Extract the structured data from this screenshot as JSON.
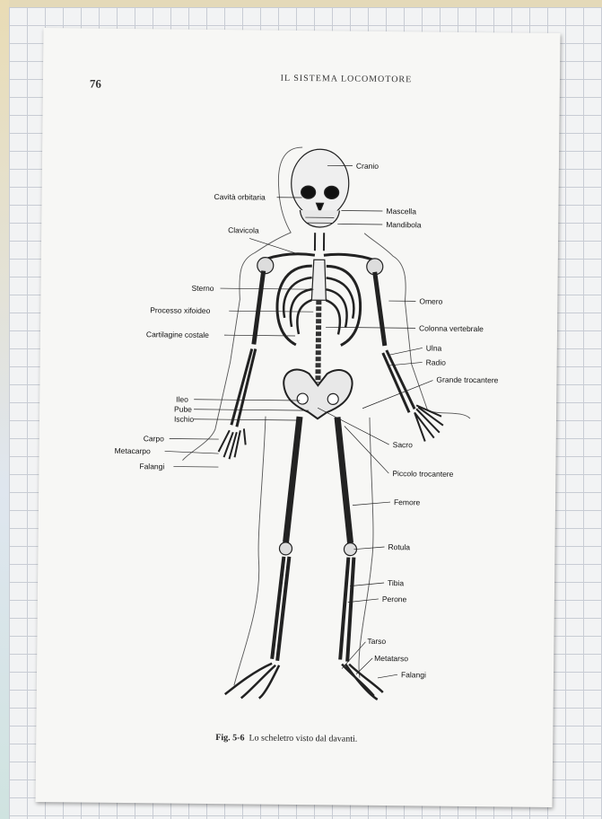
{
  "page": {
    "number": "76",
    "header": "IL SISTEMA LOCOMOTORE",
    "caption_fig": "Fig. 5-6",
    "caption_text": "Lo scheletro visto dal davanti."
  },
  "labels_left": {
    "cavita_orbitaria": "Cavità orbitaria",
    "clavicola": "Clavicola",
    "sterno": "Sterno",
    "processo_xifoideo": "Processo xifoideo",
    "cartilagine_costale": "Cartilagine costale",
    "ileo": "Ileo",
    "pube": "Pube",
    "ischio": "Ischio",
    "carpo": "Carpo",
    "metacarpo": "Metacarpo",
    "falangi": "Falangi"
  },
  "labels_right": {
    "cranio": "Cranio",
    "mascella": "Mascella",
    "mandibola": "Mandibola",
    "omero": "Omero",
    "colonna_vertebrale": "Colonna vertebrale",
    "ulna": "Ulna",
    "radio": "Radio",
    "grande_trocantere": "Grande trocantere",
    "sacro": "Sacro",
    "piccolo_trocantere": "Piccolo trocantere",
    "femore": "Femore",
    "rotula": "Rotula",
    "tibia": "Tibia",
    "perone": "Perone",
    "tarso": "Tarso",
    "metatarso": "Metatarso",
    "falangi": "Falangi"
  }
}
